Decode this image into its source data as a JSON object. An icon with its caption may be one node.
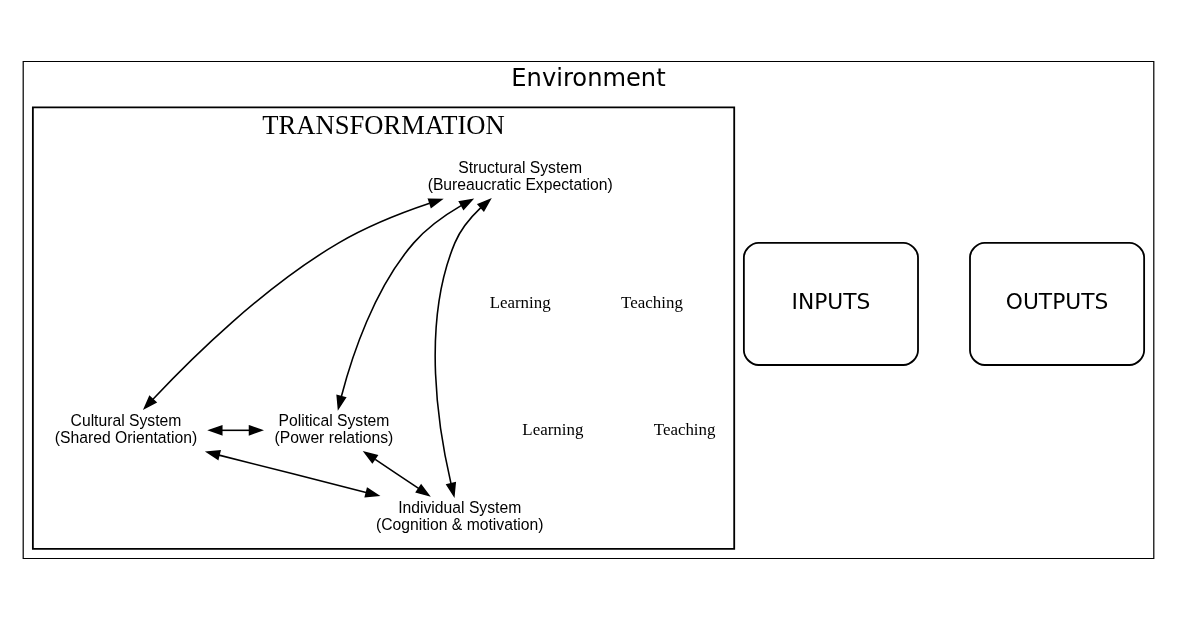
{
  "diagram": {
    "nodes": [
      {
        "text": [
          "Environment"
        ]
      },
      {
        "text": [
          "INPUTS"
        ],
        "in": 0
      },
      {
        "text": [
          "TRANSFORMATION"
        ],
        "in": 0
      },
      {
        "text": [
          "Structural System",
          "(Bureaucratic Expectation)"
        ],
        "in": 2
      },
      {
        "text": [
          "Cultural System",
          "(Shared Orientation)"
        ],
        "in": 2
      },
      {
        "text": [
          "Political System",
          "(Power relations)"
        ],
        "in": 2
      },
      {
        "text": [
          "Individual System",
          "(Cognition & motivation)"
        ],
        "in": 2
      },
      {
        "text": [
          "OUTPUTS"
        ],
        "in": 0
      }
    ],
    "edges": [
      {
        "from": 3,
        "to": 4,
        "arrow": "both"
      },
      {
        "from": 3,
        "to": 5,
        "arrow": "both"
      },
      {
        "from": 4,
        "to": 5,
        "arrow": "both"
      },
      {
        "from": 3,
        "to": 6,
        "arrow": "both"
      },
      {
        "from": 4,
        "to": 6,
        "arrow": "both"
      },
      {
        "from": 5,
        "to": 6,
        "arrow": "both"
      }
    ],
    "labels": [
      "Learning",
      "Teaching",
      "Learning",
      "Teaching"
    ]
  }
}
